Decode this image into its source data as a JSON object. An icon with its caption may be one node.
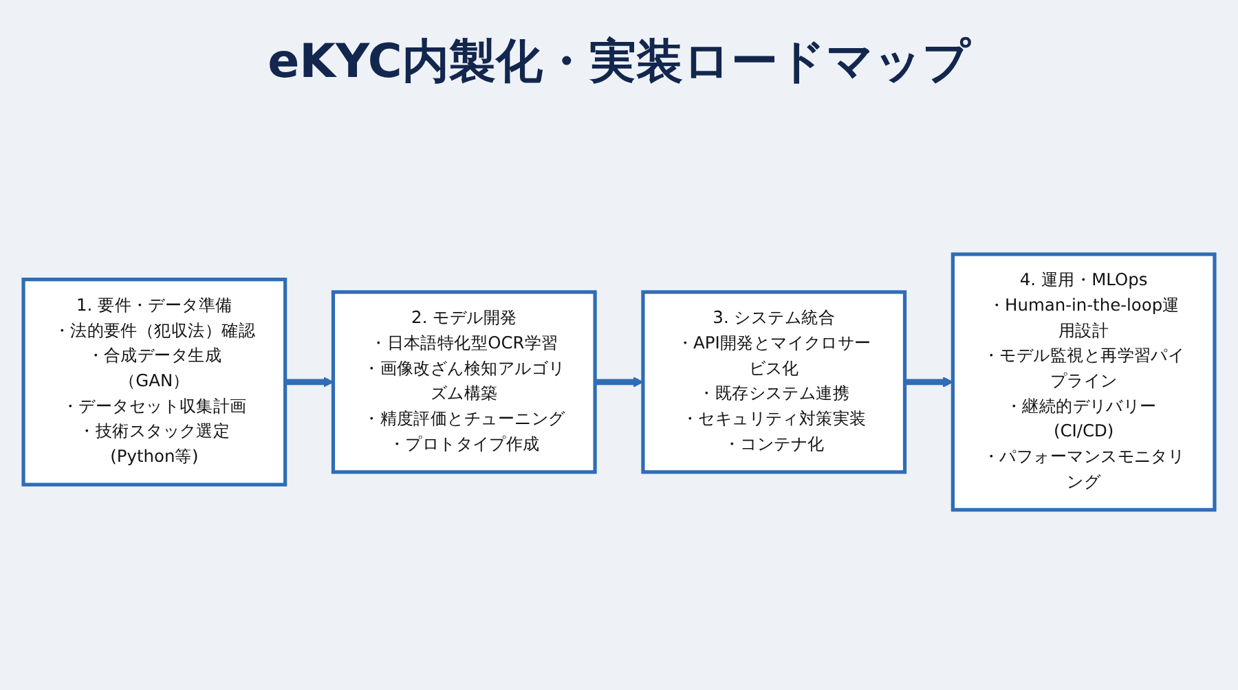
{
  "diagram": {
    "title": "eKYC内製化・実装ロードマップ",
    "nodes": [
      {
        "text": [
          "1. 要件・データ準備",
          "・法的要件（犯収法）確認",
          "・合成データ生成（GAN）",
          "・データセット収集計画",
          "・技術スタック選定(Python等)"
        ]
      },
      {
        "text": [
          "2. モデル開発",
          "・日本語特化型OCR学習",
          "・画像改ざん検知アルゴリズム構築",
          "・精度評価とチューニング",
          "・プロトタイプ作成"
        ]
      },
      {
        "text": [
          "3. システム統合",
          "・API開発とマイクロサービス化",
          "・既存システム連携",
          "・セキュリティ対策実装",
          "・コンテナ化"
        ]
      },
      {
        "text": [
          "4. 運用・MLOps",
          "・Human-in-the-loop運用設計",
          "・モデル監視と再学習パイプライン",
          "・継続的デリバリー (CI/CD)",
          "・パフォーマンスモニタリング"
        ]
      }
    ],
    "edges": [
      {
        "from": 0,
        "to": 1,
        "arrow": "to"
      },
      {
        "from": 1,
        "to": 2,
        "arrow": "to"
      },
      {
        "from": 2,
        "to": 3,
        "arrow": "to"
      }
    ]
  }
}
